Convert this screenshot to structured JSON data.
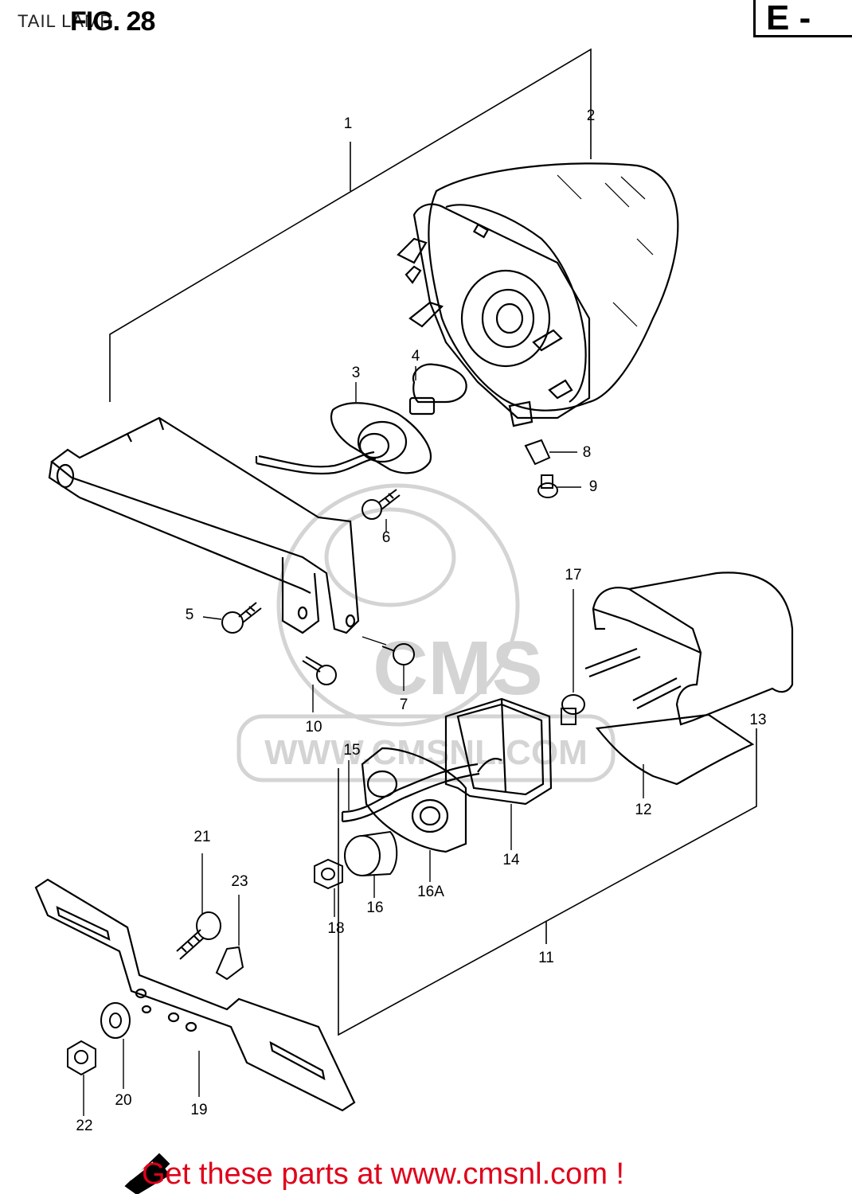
{
  "header": {
    "title": "TAIL LAMP",
    "figure": "FIG. 28",
    "section": "E -"
  },
  "watermark": {
    "logo_text": "CMS",
    "url_text": "WWW.CMSNL.COM"
  },
  "callouts": {
    "p1": "1",
    "p2": "2",
    "p3": "3",
    "p4": "4",
    "p5": "5",
    "p6": "6",
    "p7": "7",
    "p8": "8",
    "p9": "9",
    "p10": "10",
    "p11": "11",
    "p12": "12",
    "p13": "13",
    "p14": "14",
    "p15": "15",
    "p16": "16",
    "p16a": "16A",
    "p17": "17",
    "p18": "18",
    "p19": "19",
    "p20": "20",
    "p21": "21",
    "p22": "22",
    "p23": "23"
  },
  "footer": {
    "cta": "Get these parts at www.cmsnl.com !"
  },
  "colors": {
    "line": "#000000",
    "watermark": "#cfcfcf",
    "footer_text": "#e0001a"
  },
  "icons": [
    "arrow-icon"
  ]
}
